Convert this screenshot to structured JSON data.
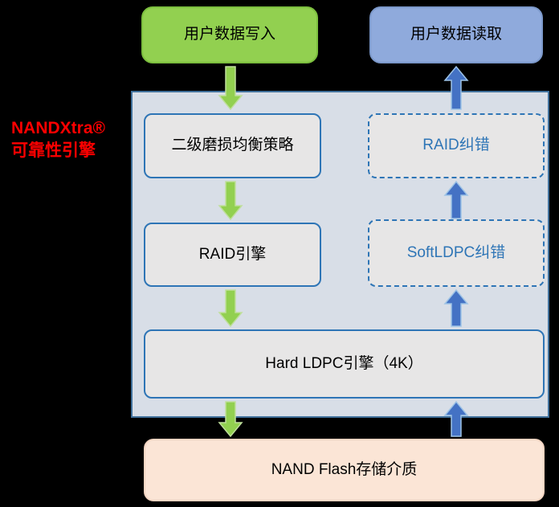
{
  "diagram": {
    "write_box": "用户数据写入",
    "read_box": "用户数据读取",
    "engine_title_line1": "NANDXtra®",
    "engine_title_line2": "可靠性引擎",
    "wear_leveling_box": "二级磨损均衡策略",
    "raid_engine_box": "RAID引擎",
    "raid_ecc_box": "RAID纠错",
    "soft_ldpc_box": "SoftLDPC纠错",
    "hard_ldpc_box": "Hard LDPC引擎（4K）",
    "nand_box": "NAND Flash存储介质",
    "colors": {
      "background": "#000000",
      "write_fill": "#92D050",
      "read_fill": "#8FAADC",
      "container_fill": "#D8DEE7",
      "inner_box_fill": "#E7E6E6",
      "box_border_blue": "#2E75B6",
      "dashed_text_blue": "#2E75B6",
      "nand_fill": "#FBE5D6",
      "arrow_green": "#92D050",
      "arrow_blue": "#4472C4",
      "engine_title_red": "#FF0000"
    }
  }
}
